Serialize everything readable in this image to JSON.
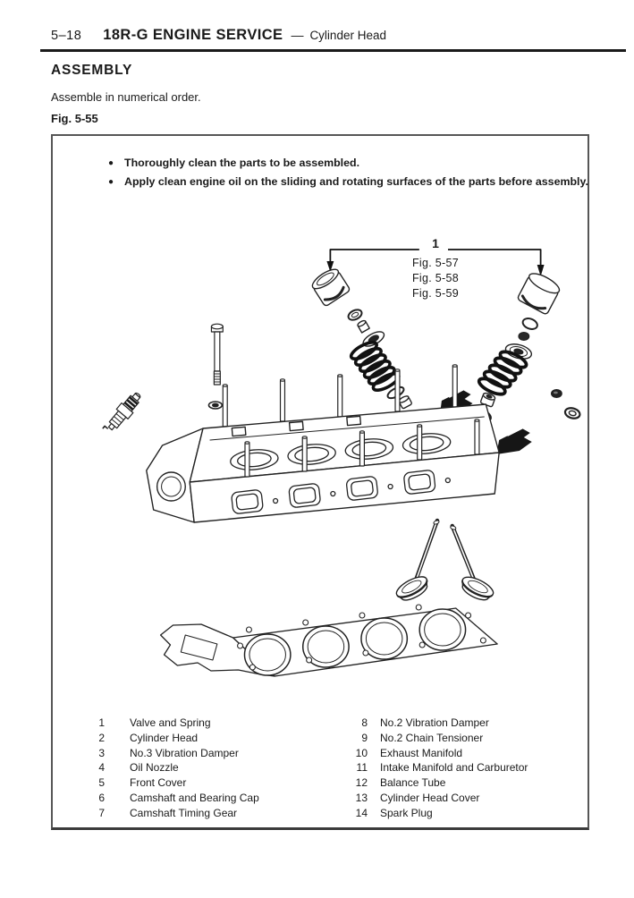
{
  "header": {
    "page_number": "5–18",
    "title": "18R-G ENGINE SERVICE",
    "separator": "—",
    "subtitle": "Cylinder Head"
  },
  "section": {
    "heading": "ASSEMBLY",
    "intro": "Assemble in numerical order.",
    "figure_label": "Fig. 5-55"
  },
  "figure": {
    "bullet_glyph": "●",
    "notes": [
      "Thoroughly clean the parts to be assembled.",
      "Apply clean engine oil on the sliding and rotating surfaces of the parts before assembly."
    ],
    "callout": {
      "number": "1",
      "references": [
        "Fig. 5-57",
        "Fig. 5-58",
        "Fig. 5-59"
      ]
    },
    "parts_left": [
      {
        "num": "1",
        "name": "Valve and Spring"
      },
      {
        "num": "2",
        "name": "Cylinder Head"
      },
      {
        "num": "3",
        "name": "No.3 Vibration Damper"
      },
      {
        "num": "4",
        "name": "Oil Nozzle"
      },
      {
        "num": "5",
        "name": "Front Cover"
      },
      {
        "num": "6",
        "name": "Camshaft and Bearing Cap"
      },
      {
        "num": "7",
        "name": "Camshaft Timing Gear"
      }
    ],
    "parts_right": [
      {
        "num": "8",
        "name": "No.2 Vibration Damper"
      },
      {
        "num": "9",
        "name": "No.2 Chain Tensioner"
      },
      {
        "num": "10",
        "name": "Exhaust Manifold"
      },
      {
        "num": "11",
        "name": "Intake Manifold and Carburetor"
      },
      {
        "num": "12",
        "name": "Balance Tube"
      },
      {
        "num": "13",
        "name": "Cylinder Head Cover"
      },
      {
        "num": "14",
        "name": "Spark Plug"
      }
    ]
  },
  "colors": {
    "ink": "#1a1a1a",
    "paper": "#ffffff",
    "box_border": "#565656"
  }
}
